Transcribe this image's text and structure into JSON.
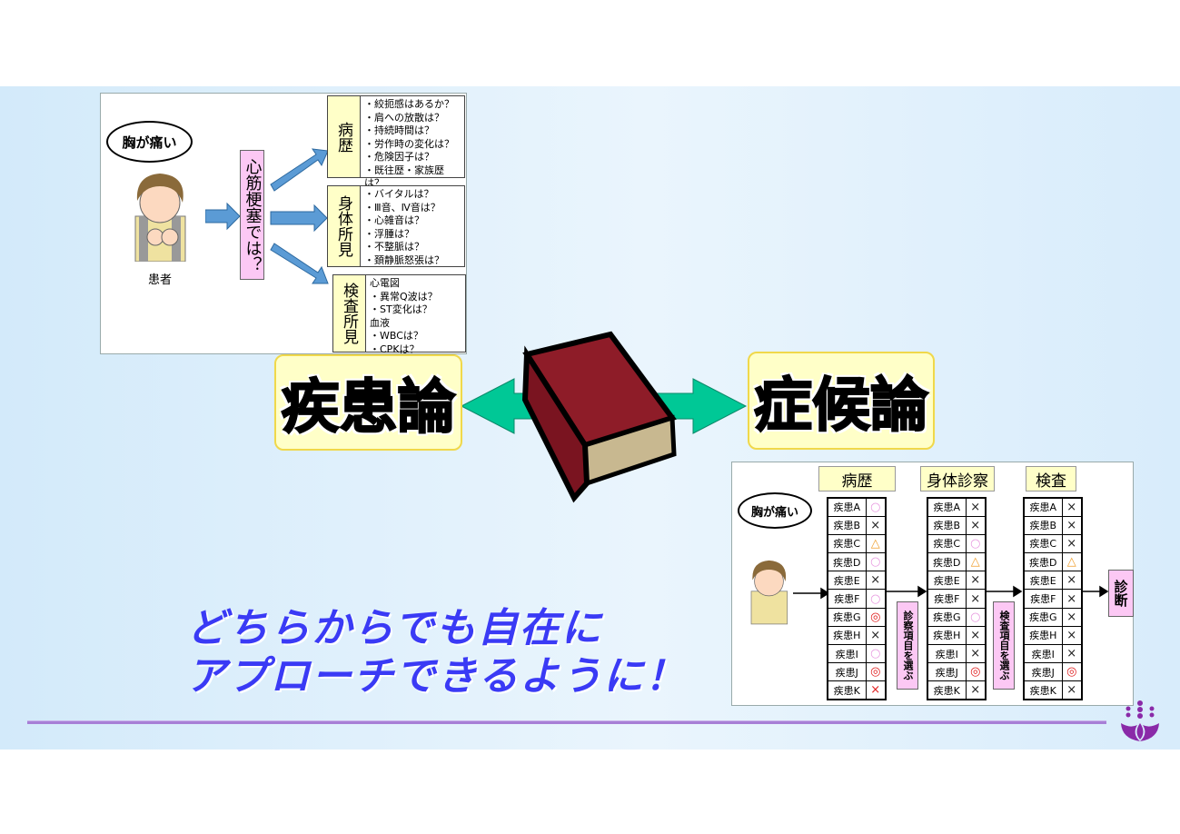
{
  "left_diagram": {
    "speech": "胸が痛い",
    "patient_label": "患者",
    "hypothesis": "心筋梗塞では？",
    "sections": [
      {
        "label": "病歴",
        "items": [
          "・絞扼感はあるか？",
          "・肩への放散は？",
          "・持続時間は？",
          "・労作時の変化は？",
          "・危険因子は？",
          "・既往歴・家族歴は？"
        ]
      },
      {
        "label": "身体所見",
        "items": [
          "・バイタルは？",
          "・Ⅲ音、Ⅳ音は？",
          "・心雑音は？",
          "・浮腫は？",
          "・不整脈は？",
          "・頚静脈怒張は？"
        ]
      },
      {
        "label": "検査所見",
        "items": [
          "心電図",
          "・異常Q波は？",
          "・ST変化は？",
          "血液",
          "・WBCは？",
          "・CPKは？"
        ]
      }
    ]
  },
  "center": {
    "left_title": "疾患論",
    "right_title": "症候論"
  },
  "message": {
    "line1": "どちらからでも自在に",
    "line2": "アプローチできるように！"
  },
  "right_diagram": {
    "speech": "胸が痛い",
    "headers": [
      "病歴",
      "身体診察",
      "検査"
    ],
    "diseases": [
      "疾患A",
      "疾患B",
      "疾患C",
      "疾患D",
      "疾患E",
      "疾患F",
      "疾患G",
      "疾患H",
      "疾患I",
      "疾患J",
      "疾患K"
    ],
    "columns": [
      [
        "○",
        "×",
        "△",
        "○",
        "×",
        "○",
        "◎",
        "×",
        "○",
        "◎",
        "×"
      ],
      [
        "×",
        "×",
        "○",
        "△",
        "×",
        "×",
        "○",
        "×",
        "×",
        "◎",
        "×"
      ],
      [
        "×",
        "×",
        "×",
        "△",
        "×",
        "×",
        "×",
        "×",
        "×",
        "◎",
        "×"
      ]
    ],
    "step1": "診察項目を選ぶ",
    "step2": "検査項目を選ぶ",
    "result": "診断"
  },
  "colors": {
    "circle": "#e89ae0",
    "triangle": "#f0a030",
    "double": "#e02020",
    "cross": "#222",
    "cross_red": "#e02020",
    "arrow_green": "#00c896",
    "message": "#3a3af5"
  }
}
